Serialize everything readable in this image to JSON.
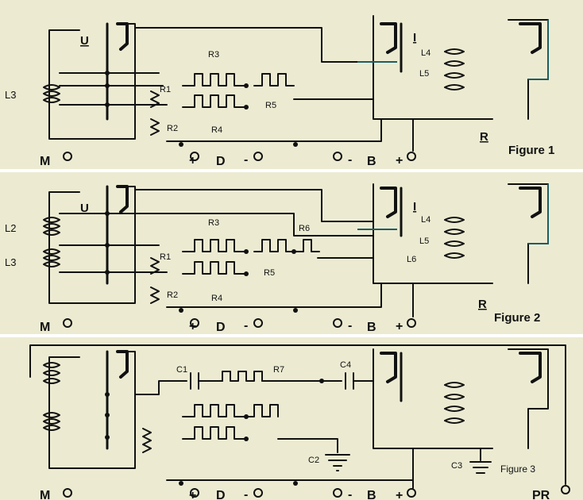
{
  "colors": {
    "paper": "#ecebd2",
    "ink": "#111111",
    "accent_wire": "#1d5e63"
  },
  "figure1": {
    "caption": "Figure 1",
    "unit_label_u": "U",
    "unit_label_i": "I",
    "unit_label_r": "R",
    "side_label": "L3",
    "resistors": {
      "r1": "R1",
      "r2": "R2",
      "r3": "R3",
      "r4": "R4",
      "r5": "R5"
    },
    "coils": {
      "l4": "L4",
      "l5": "L5"
    },
    "terminals": {
      "m": "M",
      "plus1": "+",
      "d": "D",
      "minus1": "-",
      "minus2": "-",
      "b": "B",
      "plus2": "+"
    }
  },
  "figure2": {
    "caption": "Figure 2",
    "unit_label_u": "U",
    "unit_label_i": "I",
    "unit_label_r": "R",
    "side_label_l2": "L2",
    "side_label_l3": "L3",
    "resistors": {
      "r1": "R1",
      "r2": "R2",
      "r3": "R3",
      "r4": "R4",
      "r5": "R5",
      "r6": "R6"
    },
    "coils": {
      "l4": "L4",
      "l5": "L5",
      "l6": "L6"
    },
    "terminals": {
      "m": "M",
      "plus1": "+",
      "d": "D",
      "minus1": "-",
      "minus2": "-",
      "b": "B",
      "plus2": "+"
    }
  },
  "figure3": {
    "caption": "Figure 3",
    "components": {
      "c1": "C1",
      "c2": "C2",
      "c3": "C3",
      "c4": "C4",
      "r7": "R7"
    },
    "terminals": {
      "m": "M",
      "plus1": "+",
      "d": "D",
      "minus1": "-",
      "minus2": "-",
      "b": "B",
      "plus2": "+",
      "pr": "PR"
    }
  }
}
